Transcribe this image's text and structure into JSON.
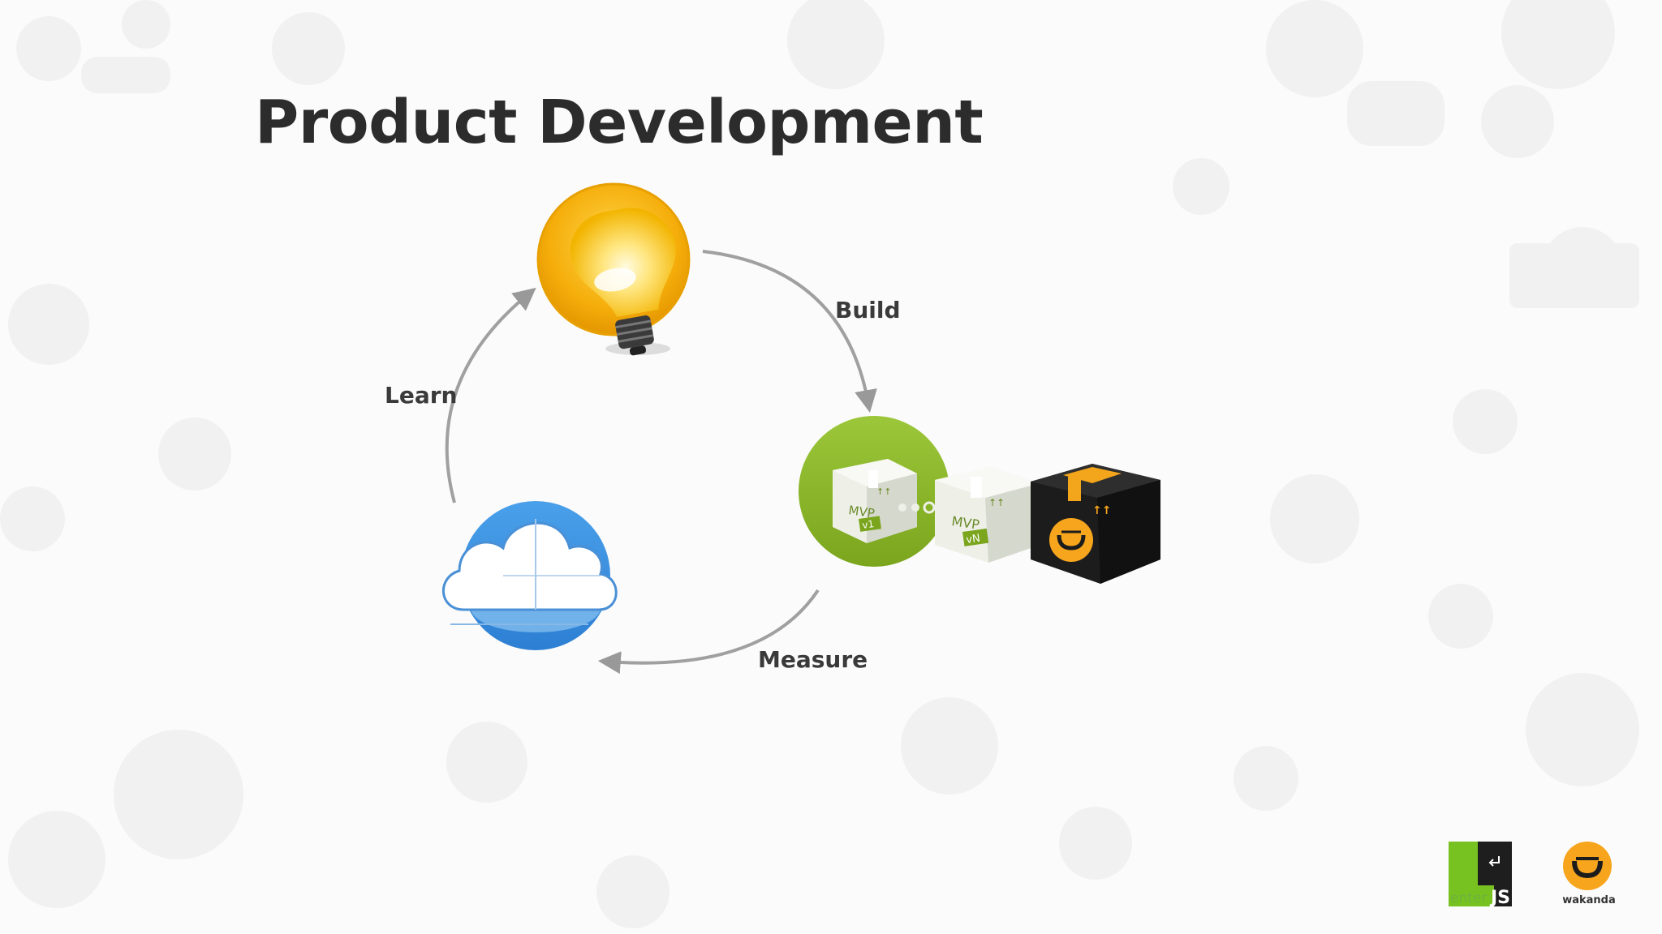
{
  "slide": {
    "title": "Product Development"
  },
  "cycle": {
    "stages": [
      {
        "id": "build",
        "label": "Build"
      },
      {
        "id": "measure",
        "label": "Measure"
      },
      {
        "id": "learn",
        "label": "Learn"
      }
    ],
    "nodes": {
      "idea": {
        "icon": "lightbulb-icon"
      },
      "product": {
        "icon": "mvp-boxes-icon",
        "box_labels": [
          "MVP",
          "v1",
          "MVP",
          "vN"
        ]
      },
      "data": {
        "icon": "cloud-icon"
      }
    }
  },
  "branding": {
    "enterjs": {
      "enter_text": "enter",
      "js_text": "JS"
    },
    "wakanda": {
      "text": "wakanda"
    }
  },
  "colors": {
    "title": "#2c2c2c",
    "arrow": "#999999",
    "bulb_orange": "#f2a900",
    "product_green": "#8cb82b",
    "cloud_blue": "#3d8fdf",
    "wakanda_orange": "#f7a51c",
    "enterjs_green": "#77c220"
  }
}
